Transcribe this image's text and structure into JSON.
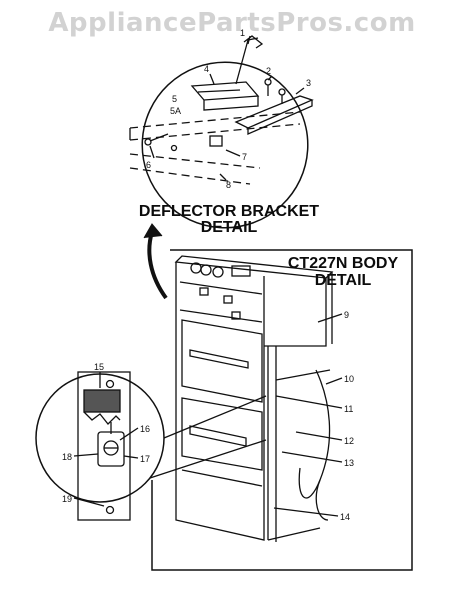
{
  "watermark": "AppliancePartsPros.com",
  "titles": {
    "deflector_line1": "DEFLECTOR BRACKET",
    "deflector_line2": "DETAIL",
    "body_line1": "CT227N BODY",
    "body_line2": "DETAIL"
  },
  "callouts": {
    "c1": "1",
    "c2": "2",
    "c3": "3",
    "c4": "4",
    "c5": "5",
    "c5a": "5A",
    "c6": "6",
    "c7": "7",
    "c8": "8",
    "c9": "9",
    "c10": "10",
    "c11": "11",
    "c12": "12",
    "c13": "13",
    "c14": "14",
    "c15": "15",
    "c16": "16",
    "c17": "17",
    "c18": "18",
    "c19": "19"
  }
}
